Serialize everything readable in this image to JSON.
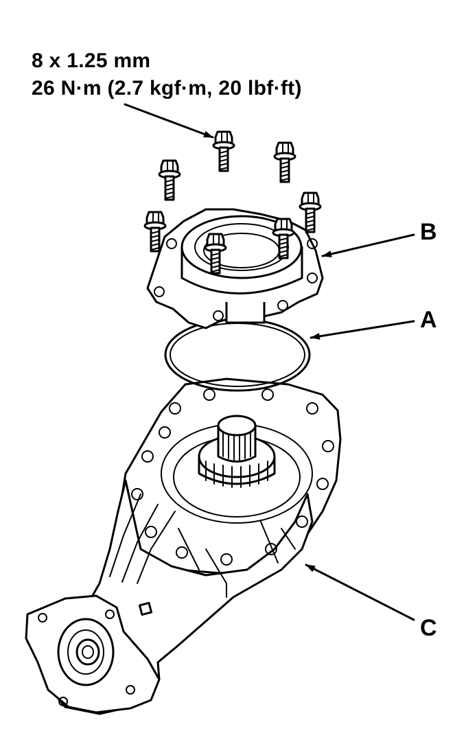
{
  "spec": {
    "bolt_size": "8 x 1.25 mm",
    "torque": "26 N·m (2.7 kgf·m, 20 lbf·ft)"
  },
  "callouts": {
    "a": "A",
    "b": "B",
    "c": "C"
  },
  "colors": {
    "ink": "#000000",
    "paper": "#ffffff"
  }
}
